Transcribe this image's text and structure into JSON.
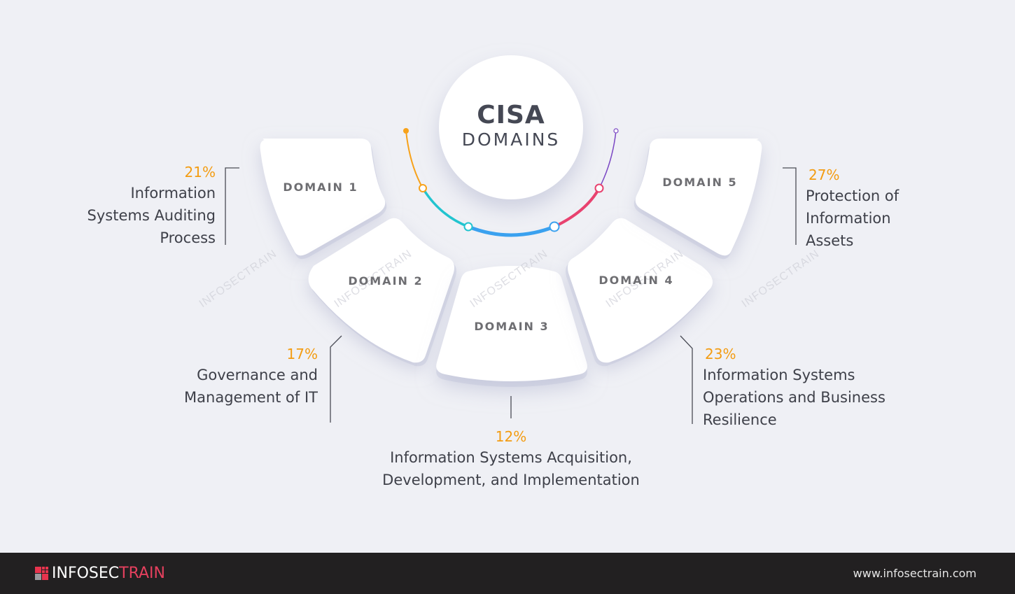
{
  "title": {
    "line1": "CISA",
    "line2": "DOMAINS"
  },
  "watermark": "INFOSECTRAIN",
  "colors": {
    "percent": "#f39c12",
    "arc_segments": [
      "#f7a21b",
      "#22c4cf",
      "#3aa1ef",
      "#e8426f",
      "#7b48c4"
    ]
  },
  "domains": [
    {
      "label": "DOMAIN 1",
      "percent": "21%",
      "lines": [
        "Information",
        "Systems Auditing",
        "Process"
      ]
    },
    {
      "label": "DOMAIN 2",
      "percent": "17%",
      "lines": [
        "Governance and",
        "Management of IT"
      ]
    },
    {
      "label": "DOMAIN 3",
      "percent": "12%",
      "lines": [
        "Information Systems Acquisition,",
        "Development, and Implementation"
      ]
    },
    {
      "label": "DOMAIN 4",
      "percent": "23%",
      "lines": [
        "Information Systems",
        "Operations and Business",
        "Resilience"
      ]
    },
    {
      "label": "DOMAIN 5",
      "percent": "27%",
      "lines": [
        "Protection of",
        "Information",
        "Assets"
      ]
    }
  ],
  "footer": {
    "brand_part1": "INFOSEC",
    "brand_part2": "TRAIN",
    "url": "www.infosectrain.com"
  }
}
